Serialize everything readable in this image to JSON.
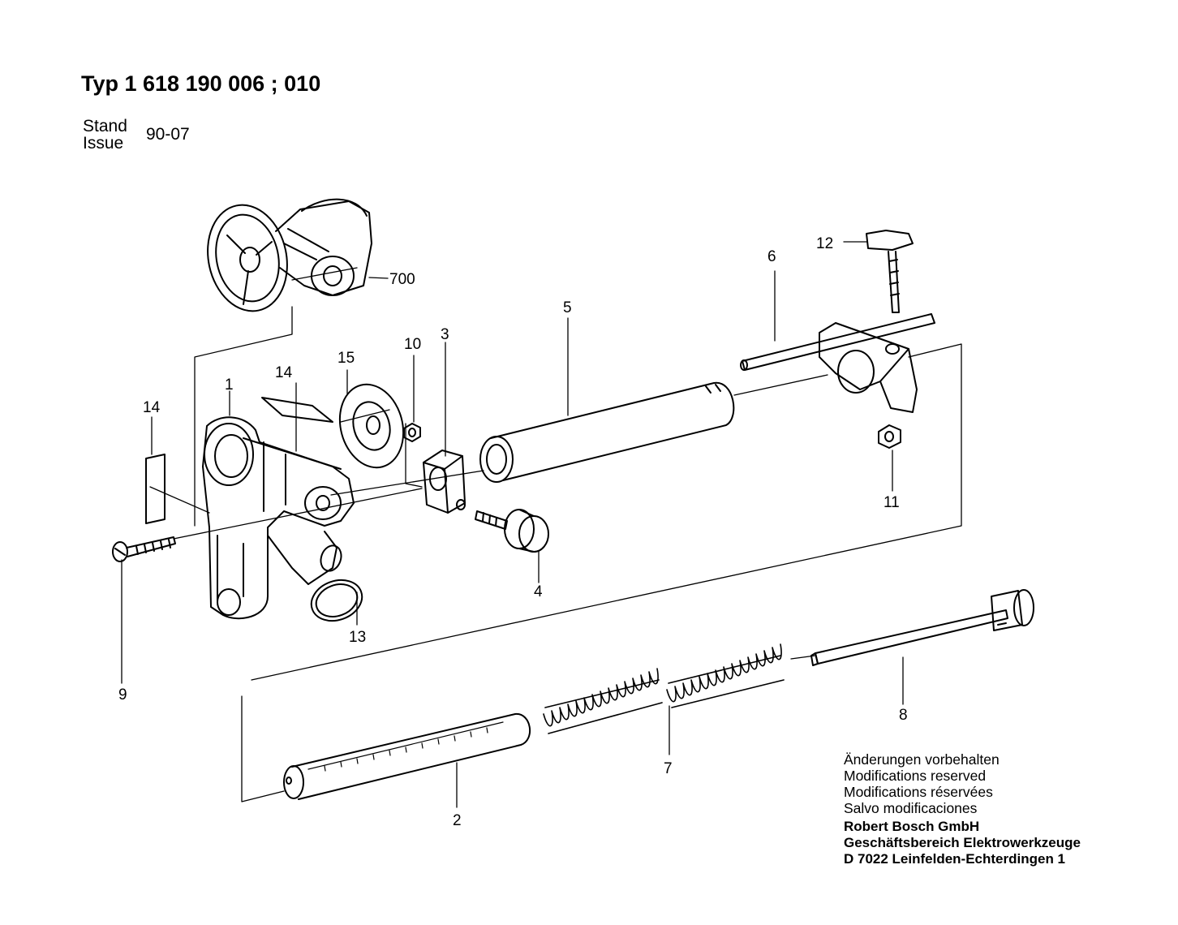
{
  "header": {
    "title": "Typ 1 618 190 006 ; 010",
    "issue_label_de": "Stand",
    "issue_label_en": "Issue",
    "issue_value": "90-07"
  },
  "callouts": {
    "c700": "700",
    "c1": "1",
    "c2": "2",
    "c3": "3",
    "c4": "4",
    "c5": "5",
    "c6": "6",
    "c7": "7",
    "c8": "8",
    "c9": "9",
    "c10": "10",
    "c11": "11",
    "c12": "12",
    "c13": "13",
    "c14a": "14",
    "c14b": "14",
    "c15": "15"
  },
  "notice": {
    "de": "Änderungen vorbehalten",
    "en": "Modifications reserved",
    "fr": "Modifications réservées",
    "es": "Salvo modificaciones"
  },
  "company": {
    "name": "Robert Bosch GmbH",
    "division": "Geschäftsbereich Elektrowerkzeuge",
    "address": "D 7022 Leinfelden-Echterdingen 1"
  }
}
